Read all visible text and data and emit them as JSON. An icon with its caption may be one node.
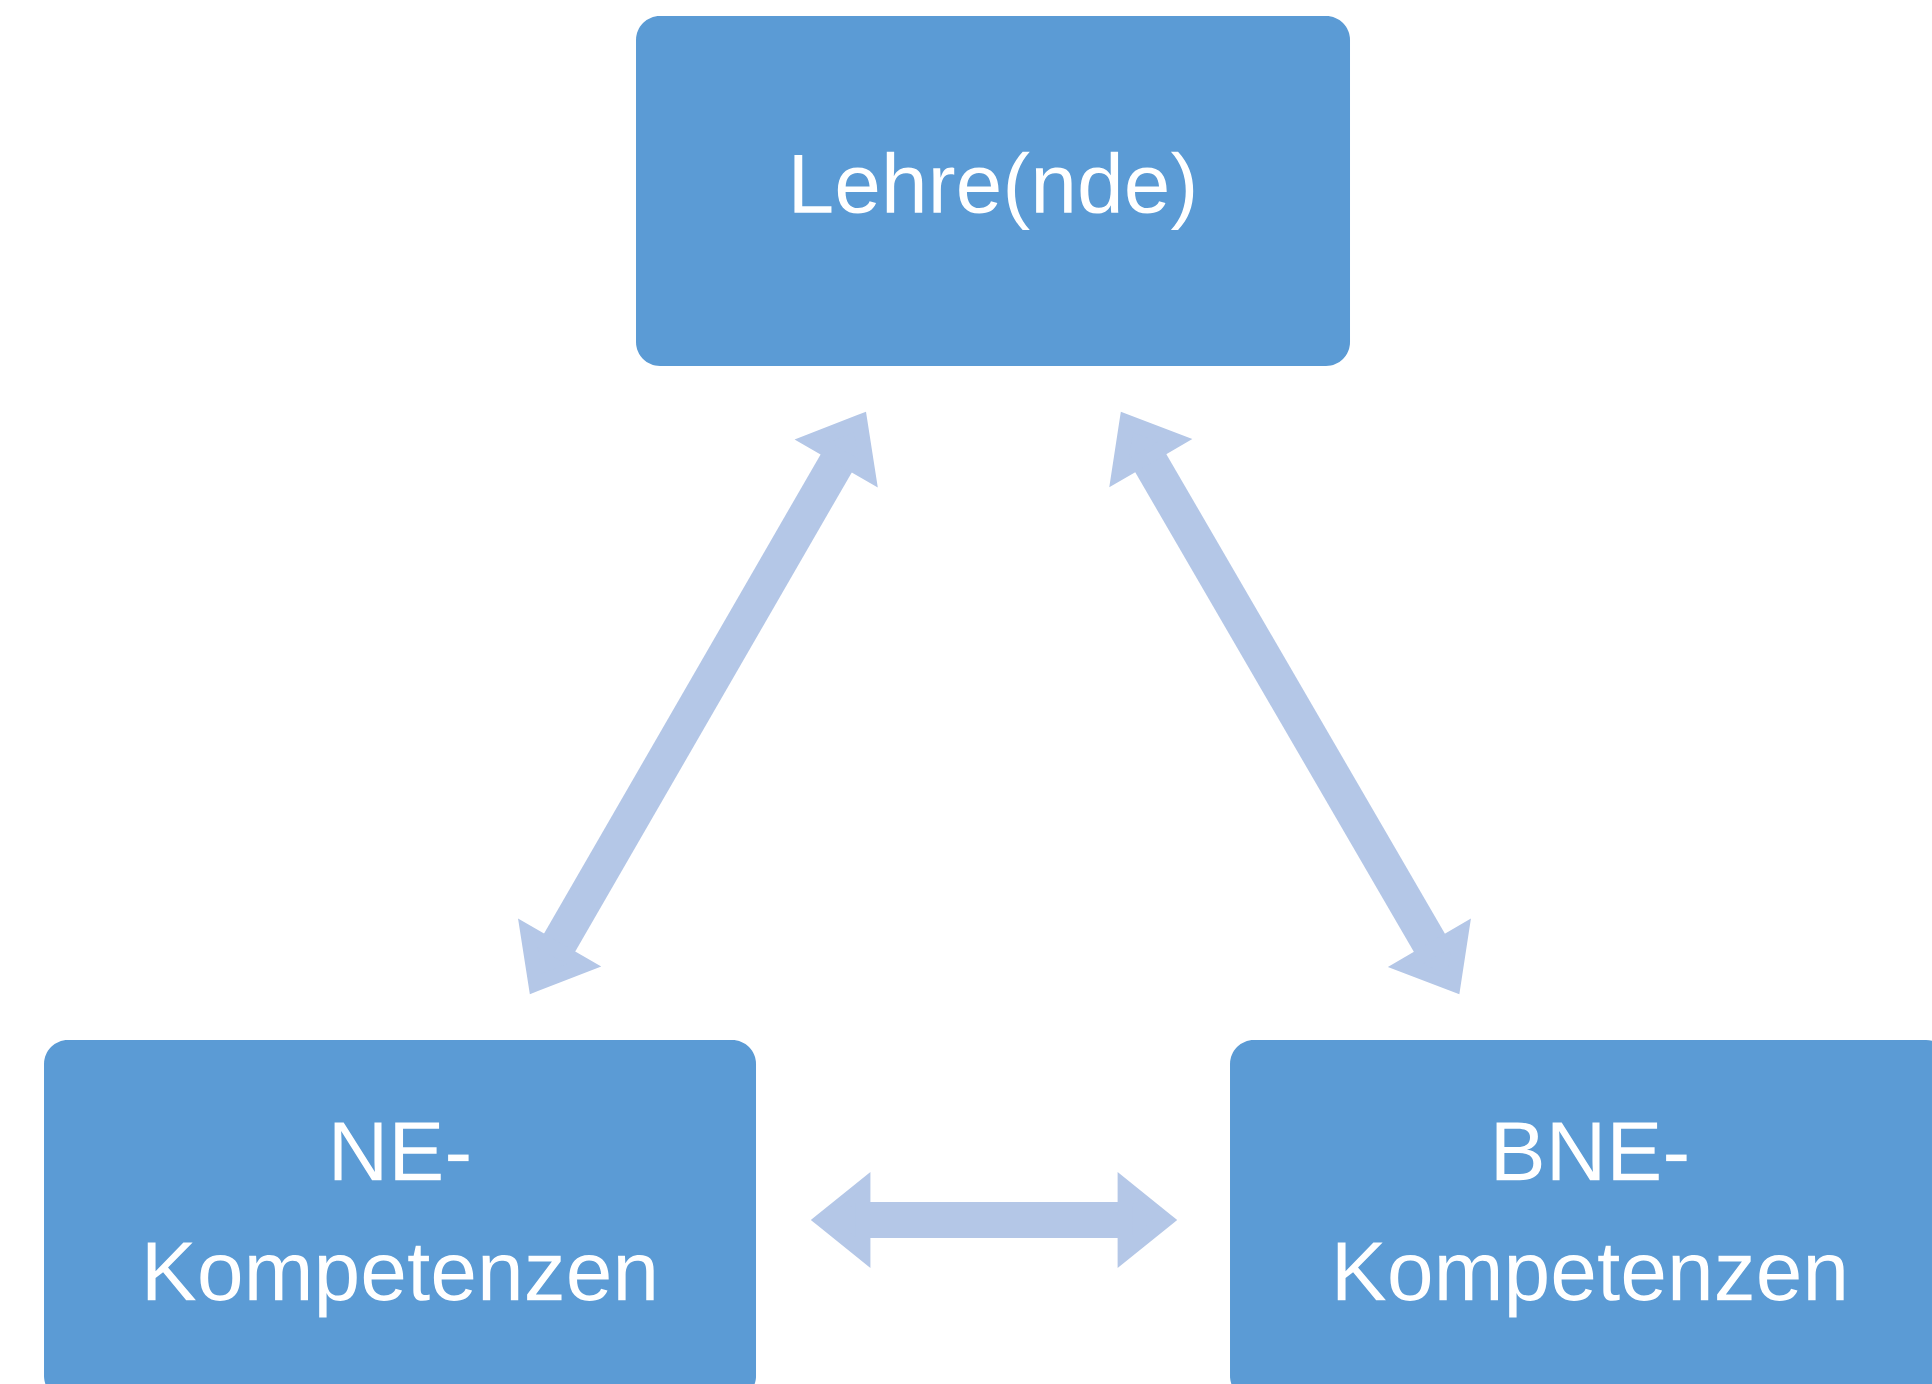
{
  "diagram": {
    "nodes": [
      {
        "text": [
          "Lehre(nde)"
        ]
      },
      {
        "text": [
          "NE-Kompetenzen"
        ]
      },
      {
        "text": [
          "BNE-Kompetenzen"
        ]
      }
    ],
    "edges": [
      {
        "from": 0,
        "to": 1,
        "arrow": "both"
      },
      {
        "from": 0,
        "to": 2,
        "arrow": "both"
      },
      {
        "from": 1,
        "to": 2,
        "arrow": "both"
      }
    ]
  }
}
